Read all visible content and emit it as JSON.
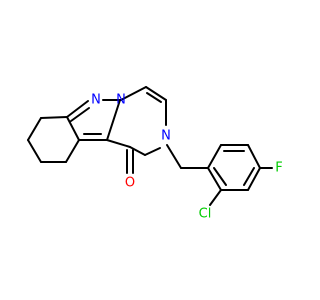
{
  "atoms": {
    "N1": {
      "symbol": "N"
    },
    "N2": {
      "symbol": "N"
    },
    "N3": {
      "symbol": "N"
    },
    "O": {
      "symbol": "O"
    },
    "Cl": {
      "symbol": "Cl"
    },
    "F": {
      "symbol": "F"
    }
  },
  "colors": {
    "bond": "#000000",
    "nitrogen": "#0000ff",
    "oxygen": "#ff0000",
    "chlorine": "#00cc00",
    "fluorine": "#00cc00"
  }
}
